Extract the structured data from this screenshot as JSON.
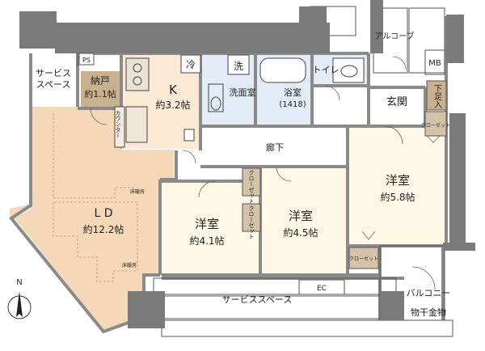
{
  "rooms": {
    "service_space_left": {
      "line1": "サービス",
      "line2": "スペース"
    },
    "pantry": {
      "name": "納戸",
      "size": "約1.1帖"
    },
    "kitchen": {
      "name": "K",
      "size": "約3.2帖"
    },
    "refrigerator": "冷",
    "washer": "洗",
    "washroom": "洗面室",
    "bathroom": {
      "name": "浴室",
      "size": "(1418)"
    },
    "toilet": "トイレ",
    "entrance": "玄関",
    "shoe_box": "下足入",
    "hallway": "廊下",
    "ld": {
      "name": "L D",
      "size": "約12.2帖"
    },
    "western_room_a": {
      "name": "洋室",
      "size": "約4.1帖"
    },
    "western_room_b": {
      "name": "洋室",
      "size": "約4.5帖"
    },
    "western_room_c": {
      "name": "洋室",
      "size": "約5.8帖"
    },
    "alcove": "アルコーブ",
    "mb": "MB",
    "ps": "PS",
    "counter": "カウンター",
    "closet": "クローゼット",
    "service_space_bottom": "サービススペース",
    "ec": "EC",
    "balcony": "バルコニー",
    "drying_rack": "物干金物",
    "floor_heating": "床暖房",
    "compass": "N"
  },
  "colors": {
    "ld_floor": "#f5d8b8",
    "kitchen_floor": "#fbe9d4",
    "pantry_fill": "#c9b18f",
    "room_floor": "#fdf9e6",
    "wet_area": "#e3ecf7",
    "closet_fill": "#d4c3a8",
    "wall": "#8a8a8a",
    "column": "#7a7a7a"
  }
}
